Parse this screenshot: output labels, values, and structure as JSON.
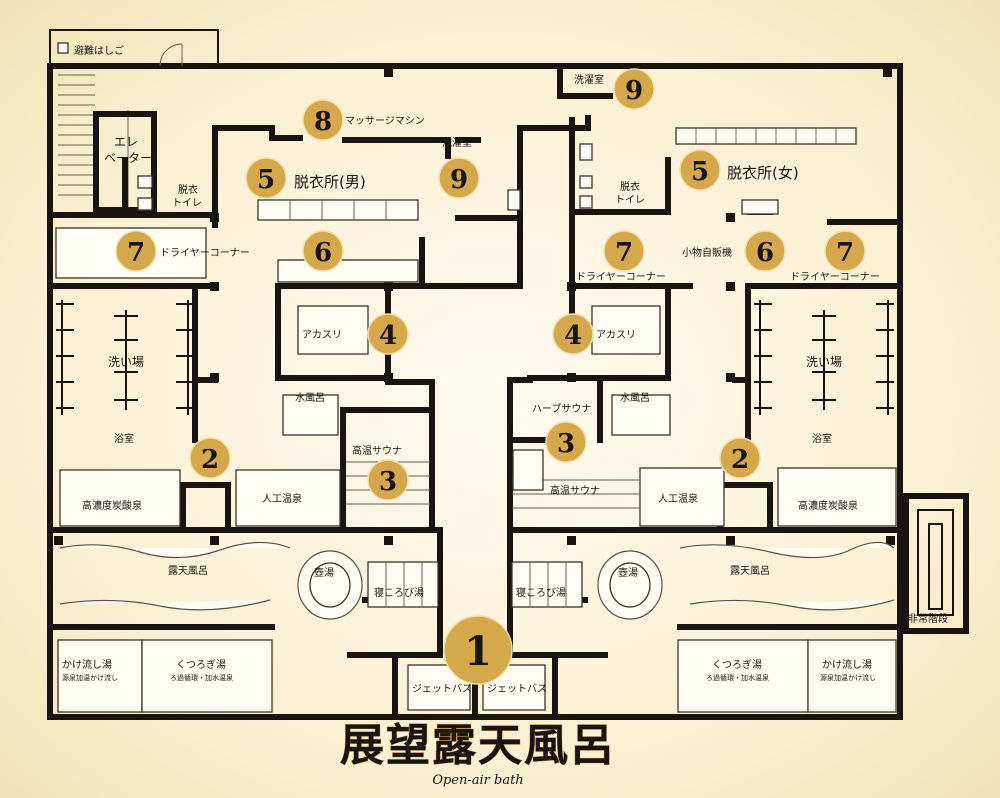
{
  "title": "展望露天風呂",
  "subtitle": "Open-air bath",
  "labels": {
    "escape_ladder": "避難はしご",
    "elevator_1": "エレ",
    "elevator_2": "ベーター",
    "toilet_1": "脱衣",
    "toilet_2": "トイレ",
    "dressing_m": "脱衣所(男)",
    "dressing_f": "脱衣所(女)",
    "massage": "マッサージマシン",
    "laundry": "洗濯室",
    "dryer": "ドライヤーコーナー",
    "vending": "小物自販機",
    "akasuri": "アカスリ",
    "wash": "洗い場",
    "bath_room": "浴室",
    "cold_bath": "水風呂",
    "hot_sauna": "高温サウナ",
    "herb_sauna": "ハーブサウナ",
    "carbonic": "高濃度炭酸泉",
    "artificial": "人工温泉",
    "rotenburo": "露天風呂",
    "pot_bath": "壺湯",
    "lying_bath": "寝ころび湯",
    "emergency_stairs": "非常階段",
    "kakenagashi": "かけ流し湯",
    "kakenagashi_sub": "源泉加温かけ流し",
    "kutsurogi": "くつろぎ湯",
    "kutsurogi_sub": "ろ過循環・加水温泉",
    "jet": "ジェットバス"
  },
  "markers": {
    "m1": "1",
    "m2": "2",
    "m3": "3",
    "m4": "4",
    "m5": "5",
    "m6": "6",
    "m7": "7",
    "m8": "8",
    "m9": "9"
  }
}
